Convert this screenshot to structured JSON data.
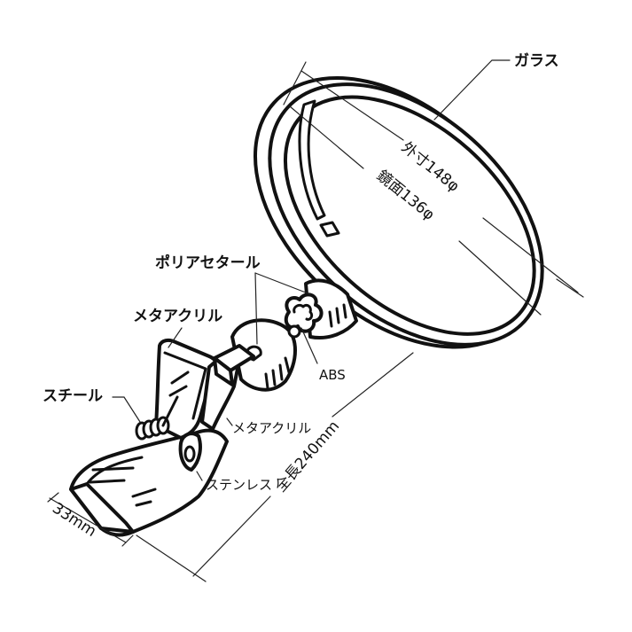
{
  "diagram": {
    "subject": "clip-on round mirror",
    "labels": {
      "glass": "ガラス",
      "polyacetal": "ポリアセタール",
      "methacryl_top": "メタアクリル",
      "steel": "スチール",
      "abs": "ABS",
      "methacryl_side": "メタアクリル",
      "stainless": "ステンレス"
    },
    "dimensions": {
      "outer_diameter": "外寸148φ",
      "mirror_diameter": "鏡面136φ",
      "total_length": "全長240mm",
      "clip_width": "33mm"
    },
    "colors": {
      "line": "#111111",
      "background": "#ffffff"
    }
  }
}
